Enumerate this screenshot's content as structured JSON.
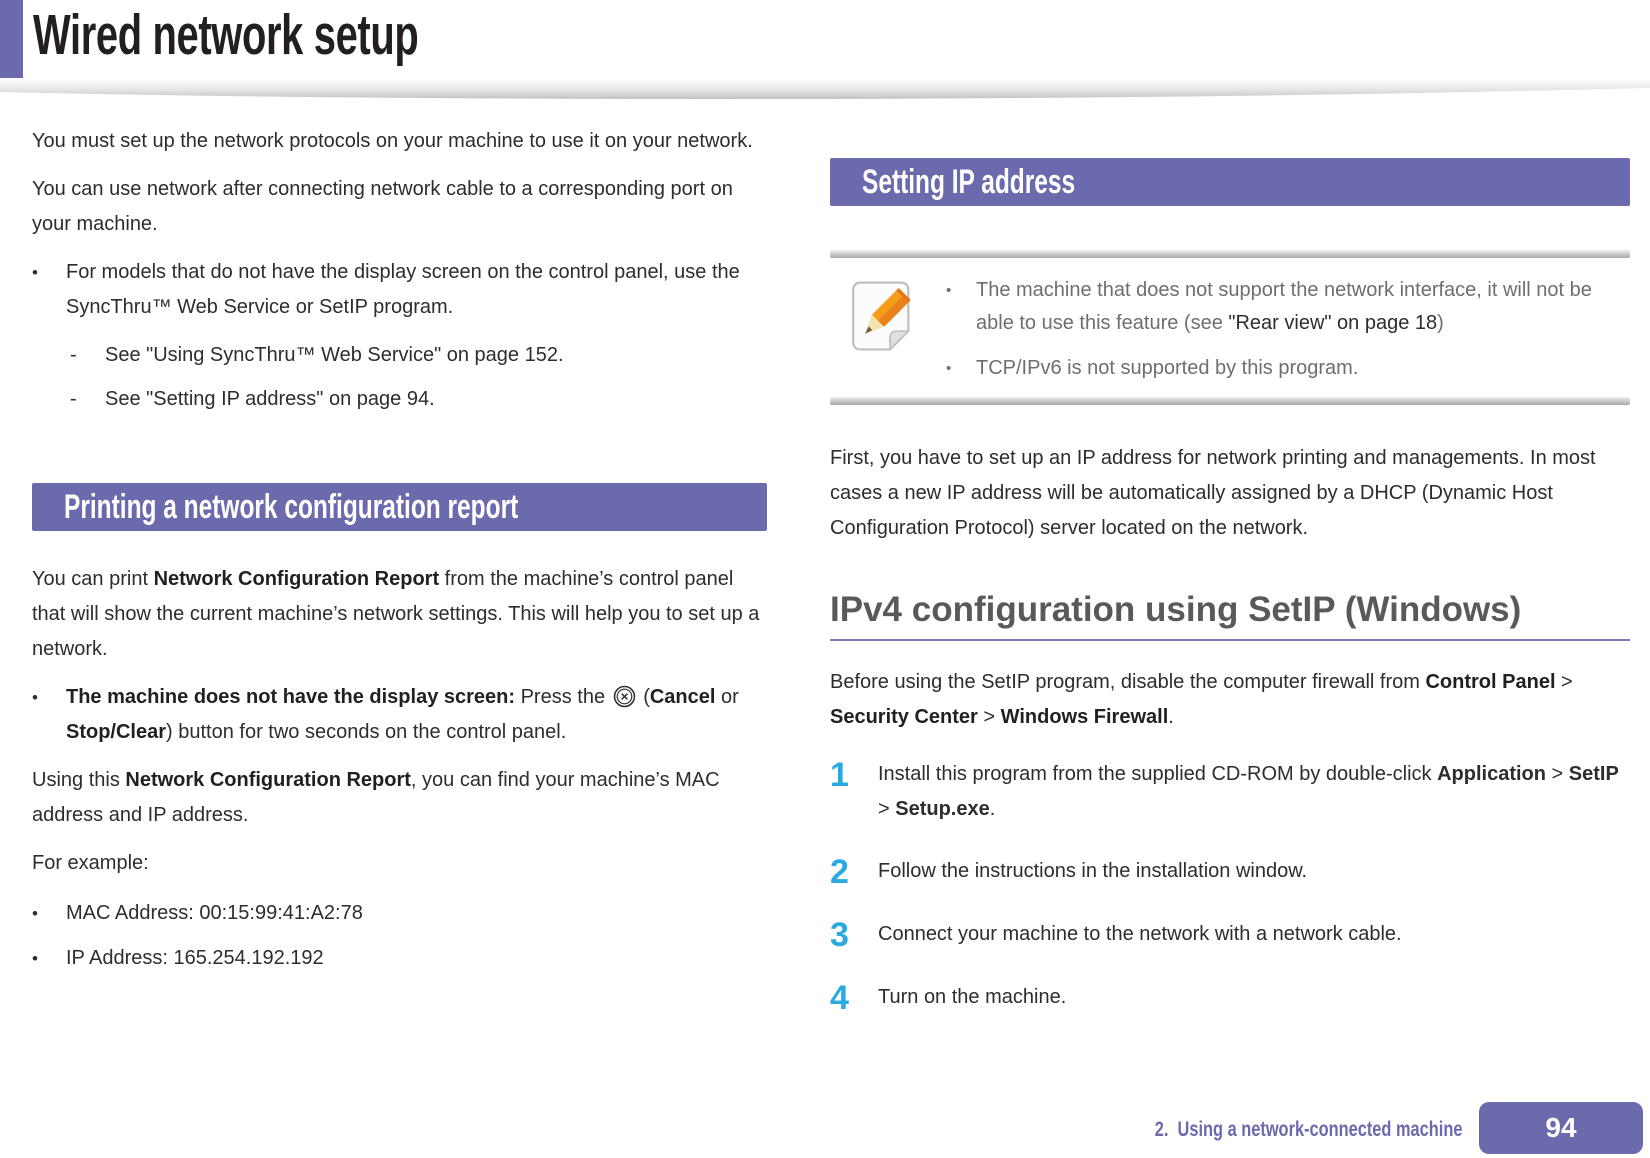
{
  "page_title": "Wired network setup",
  "glyphs": {
    "bullet": "•",
    "dash": "-"
  },
  "colors": {
    "accent_purple": "#6B6AAD",
    "step_number_blue": "#29ABE2",
    "note_text_gray": "#6D6E71",
    "subheading_gray": "#58595B",
    "body_text": "#2D2C2E"
  },
  "icons": {
    "note_icon": "pencil-on-paper",
    "cancel_icon": "circled-x"
  },
  "left": {
    "para1": "You must set up the network protocols on your machine to use it on your network.",
    "para2": "You can use network after connecting network cable to a corresponding port on your machine.",
    "models_bullet": "For models that do not have the display screen on the control panel, use the SyncThru™ Web Service or SetIP program.",
    "see_links": [
      "See \"Using SyncThru™ Web Service\" on page 152.",
      "See \"Setting IP address\" on page 94."
    ],
    "section_header": "Printing a network configuration report",
    "print_para": {
      "pre": "You can print ",
      "bold": "Network Configuration Report",
      "post": " from the machine’s control panel that will show the current machine’s network settings. This will help you to set up a network."
    },
    "display_bullet": {
      "lead": "The machine does not have the display screen:",
      "press": " Press the ",
      "paren": " (",
      "cancel": "Cancel",
      "or": " or ",
      "stop": "Stop/Clear",
      "post": ") button for two seconds on the control panel."
    },
    "using_para": {
      "pre": "Using this ",
      "bold": "Network Configuration Report",
      "post": ", you can find your machine’s MAC address and IP address."
    },
    "for_example": "For example:",
    "example_bullets": [
      "MAC Address: 00:15:99:41:A2:78",
      "IP Address: 165.254.192.192"
    ]
  },
  "right": {
    "section_header": "Setting IP address",
    "note": {
      "b1_pre": "The machine that does not support the network interface, it will not be able to use this feature (see ",
      "b1_ref": "\"Rear view\" on page 18",
      "b1_post": ")",
      "b2": "TCP/IPv6 is not supported by this program."
    },
    "dhcp_para": "First, you have to set up an IP address for network printing and managements. In most cases a new IP address will be automatically assigned by a DHCP (Dynamic Host Configuration Protocol) server located on the network.",
    "subheading": "IPv4 configuration using SetIP (Windows)",
    "firewall_para": {
      "pre": "Before using the SetIP program, disable the computer firewall from ",
      "b1": "Control Panel",
      "sep1": " > ",
      "b2": "Security Center",
      "sep2": " > ",
      "b3": "Windows Firewall",
      "post": "."
    },
    "steps": [
      {
        "num": "1",
        "pre": "Install this program from the supplied CD-ROM by double-click ",
        "b1": "Application",
        "sep1": " > ",
        "b2": "SetIP",
        "sep2": " > ",
        "b3": "Setup.exe",
        "post": "."
      },
      {
        "num": "2",
        "text": "Follow the instructions in the installation window."
      },
      {
        "num": "3",
        "text": "Connect your machine to the network with a network cable."
      },
      {
        "num": "4",
        "text": "Turn on the machine."
      }
    ]
  },
  "footer": {
    "chapter": "2.  Using a network-connected machine",
    "page_number": "94"
  }
}
